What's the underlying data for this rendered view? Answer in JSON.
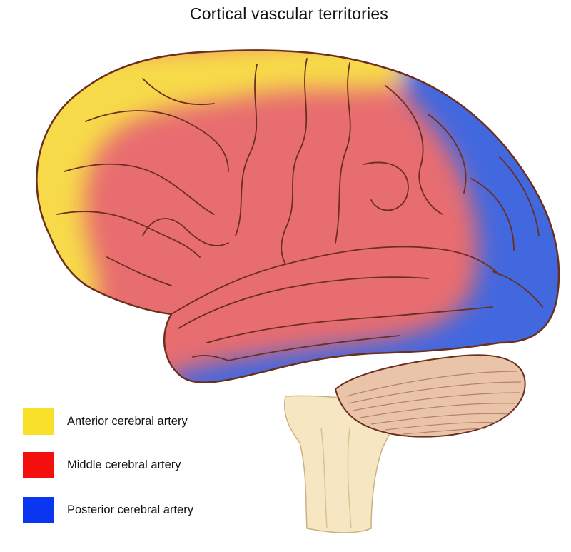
{
  "title": "Cortical vascular territories",
  "legend": [
    {
      "label": "Anterior cerebral artery",
      "color": "#F9E02A"
    },
    {
      "label": "Middle cerebral artery",
      "color": "#F50E0E"
    },
    {
      "label": "Posterior cerebral artery",
      "color": "#0A36F2"
    }
  ],
  "territory_colors": {
    "anterior": "#F7DA4A",
    "middle": "#E86D70",
    "posterior": "#4368DF"
  },
  "outline_color": "#6B2E1F",
  "brainstem_color": "#F6E7C2",
  "cerebellum_color": "#EAC4A8"
}
